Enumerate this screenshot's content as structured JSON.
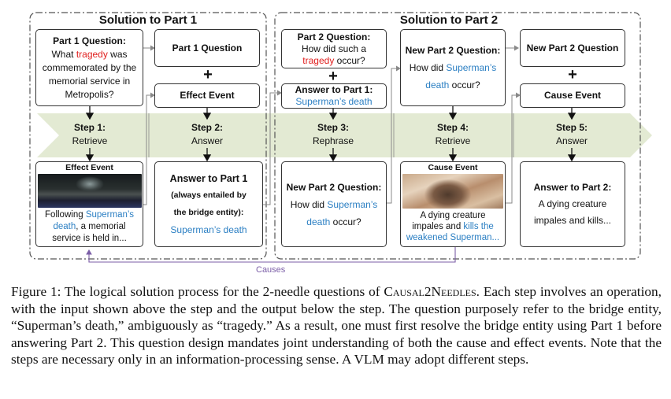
{
  "figure": {
    "part1_title": "Solution to Part 1",
    "part2_title": "Solution to Part 2",
    "colors": {
      "ambiguous_term": "#e0201f",
      "bridge_entity": "#2b7fc3",
      "band": "#e3ead3",
      "causes_arrow": "#7b5ea7"
    },
    "boxes": {
      "p1_question": {
        "title": "Part 1 Question:",
        "pre": "What ",
        "highlight": "tragedy",
        "post": " was commemorated by the memorial service in Metropolis?"
      },
      "p1_question_input": {
        "label": "Part 1 Question"
      },
      "effect_event_input": {
        "label": "Effect Event"
      },
      "p2_question": {
        "title": "Part 2 Question:",
        "pre": "How did such a ",
        "highlight": "tragedy",
        "post": " occur?"
      },
      "answer_p1_input": {
        "title": "Answer to Part 1:",
        "value": "Superman’s death"
      },
      "new_p2_question_top": {
        "title": "New Part 2 Question:",
        "pre": "How did ",
        "highlight": "Superman’s death",
        "post": " occur?"
      },
      "new_p2_question_input": {
        "label": "New Part 2 Question"
      },
      "cause_event_input": {
        "label": "Cause Event"
      },
      "effect_event": {
        "title": "Effect Event",
        "image": "superman-memorial-image",
        "pre": "Following ",
        "highlight": "Superman’s death",
        "post": ", a memorial service is held in..."
      },
      "answer_p1": {
        "title": "Answer to Part 1",
        "note1": "(always entailed by",
        "note2": "the bridge entity):",
        "value": "Superman’s death"
      },
      "new_p2_question": {
        "title": "New Part 2 Question:",
        "pre": "How did ",
        "highlight": "Superman’s death",
        "post": " occur?"
      },
      "cause_event": {
        "title": "Cause Event",
        "image": "creature-battle-image",
        "pre": "A dying creature impales and ",
        "highlight": "kills the weakened Superman...",
        "post": ""
      },
      "answer_p2": {
        "title": "Answer to Part 2:",
        "value": "A dying creature impales and kills..."
      }
    },
    "plus_sign": "+",
    "steps": [
      {
        "title": "Step 1:",
        "op": "Retrieve"
      },
      {
        "title": "Step 2:",
        "op": "Answer"
      },
      {
        "title": "Step 3:",
        "op": "Rephrase"
      },
      {
        "title": "Step 4:",
        "op": "Retrieve"
      },
      {
        "title": "Step 5:",
        "op": "Answer"
      }
    ],
    "causes_label": "Causes"
  },
  "caption": {
    "lead": "Figure 1: The logical solution process for the 2-needle questions of ",
    "dataset": "Causal2Needles",
    "rest": ". Each step involves an operation, with the input shown above the step and the output below the step. The question purposely refer to the bridge entity, “Superman’s death,” ambiguously as “tragedy.” As a result, one must first resolve the bridge entity using Part 1 before answering Part 2. This question design mandates joint understanding of both the cause and effect events. Note that the steps are necessary only in an information-processing sense. A VLM may adopt different steps."
  }
}
